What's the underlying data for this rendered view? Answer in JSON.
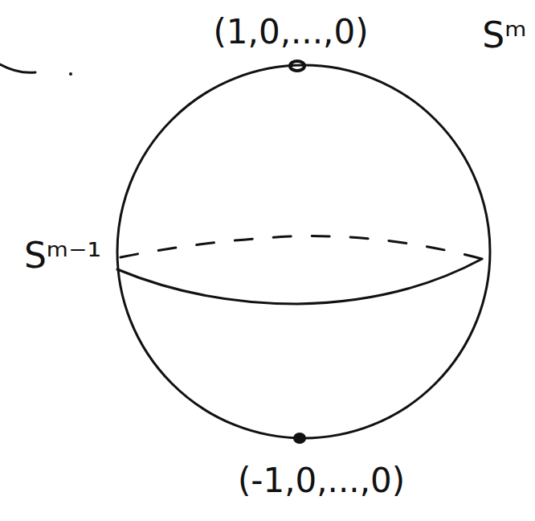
{
  "diagram": {
    "labels": [
      "(1,0,...,0)",
      "Sᵐ",
      "Sᵐ⁻¹",
      "(-1,0,...,0)"
    ]
  }
}
